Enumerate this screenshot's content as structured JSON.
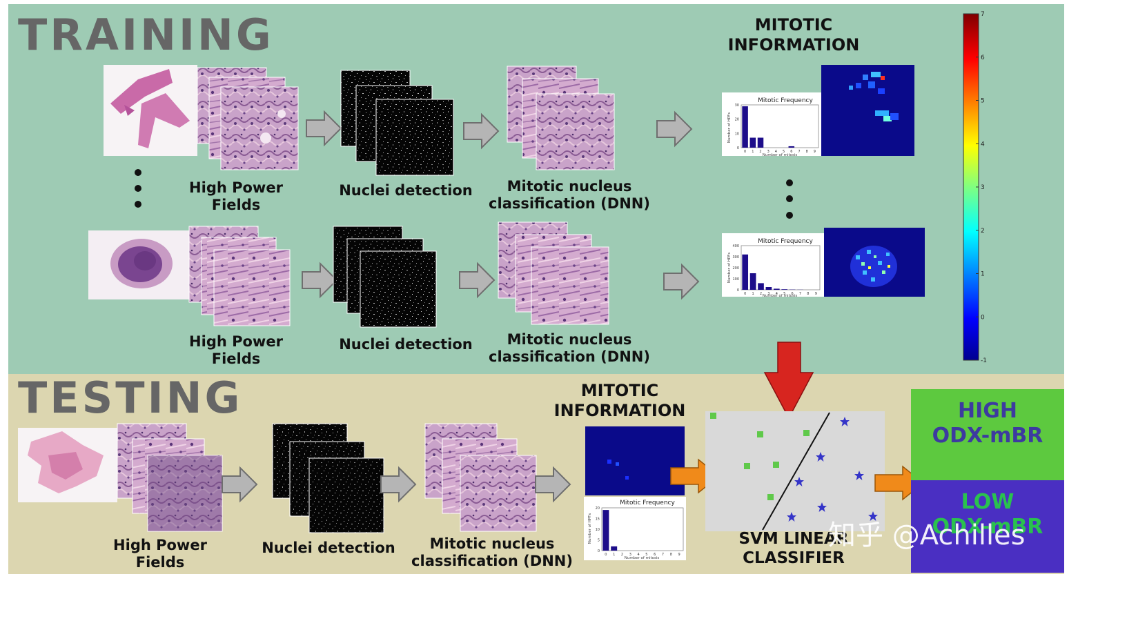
{
  "training": {
    "title": "TRAINING",
    "mitotic_info_title": "MITOTIC\nINFORMATION",
    "row1": {
      "hpf": "High Power\nFields",
      "nuclei": "Nuclei detection",
      "mitotic": "Mitotic nucleus\nclassification (DNN)"
    },
    "row2": {
      "hpf": "High Power\nFields",
      "nuclei": "Nuclei detection",
      "mitotic": "Mitotic nucleus\nclassification (DNN)"
    },
    "hist1": {
      "title": "Mitotic Frequency",
      "ylabel": "Number of HPFs",
      "xlabel": "Number of mitosis",
      "yticks": [
        "30",
        "20",
        "10",
        "0"
      ],
      "xticks": [
        "0",
        "1",
        "2",
        "3",
        "4",
        "5",
        "6",
        "7",
        "8",
        "9"
      ],
      "values": [
        29,
        7,
        7,
        0,
        0,
        0,
        1,
        0,
        0,
        0
      ]
    },
    "hist2": {
      "title": "Mitotic Frequency",
      "ylabel": "Number of HPFs",
      "xlabel": "Number of mitosis",
      "yticks": [
        "400",
        "300",
        "200",
        "100",
        "0"
      ],
      "xticks": [
        "0",
        "1",
        "2",
        "3",
        "4",
        "5",
        "6",
        "7",
        "8",
        "9"
      ],
      "values": [
        320,
        150,
        60,
        25,
        10,
        5,
        2,
        1,
        0,
        0
      ]
    }
  },
  "testing": {
    "title": "TESTING",
    "hpf": "High Power\nFields",
    "nuclei": "Nuclei detection",
    "mitotic": "Mitotic nucleus\nclassification (DNN)",
    "mitotic_info_title": "MITOTIC\nINFORMATION",
    "hist": {
      "title": "Mitotic Frequency",
      "ylabel": "Number of HPFs",
      "xlabel": "Number of mitosis",
      "yticks": [
        "20",
        "15",
        "10",
        "5",
        "0"
      ],
      "xticks": [
        "0",
        "1",
        "2",
        "3",
        "4",
        "5",
        "6",
        "7",
        "8",
        "9"
      ],
      "values": [
        19,
        2,
        0,
        0,
        0,
        0,
        0,
        0,
        0,
        0
      ]
    },
    "svm_label": "SVM LINEAR\nCLASSIFIER",
    "high_label": "HIGH\nODX-mBR",
    "low_label": "LOW\nODX-mBR"
  },
  "colorbar": {
    "ticks": [
      "7",
      "6",
      "5",
      "4",
      "3",
      "2",
      "1",
      "0",
      "-1"
    ]
  },
  "watermark": "知乎 @Achilles",
  "colors": {
    "training_bg": "#9ecbb4",
    "testing_bg": "#dcd6b0",
    "arrow_gray": "#b5b5b5",
    "arrow_red": "#d7251f",
    "arrow_orange": "#f08a1a",
    "high_bg": "#5dc93f",
    "low_bg": "#4a2fc2",
    "class_text": "#3d3aa0",
    "heatmap_bg": "#0a0a8a",
    "bar_color": "#1d0d8a"
  }
}
